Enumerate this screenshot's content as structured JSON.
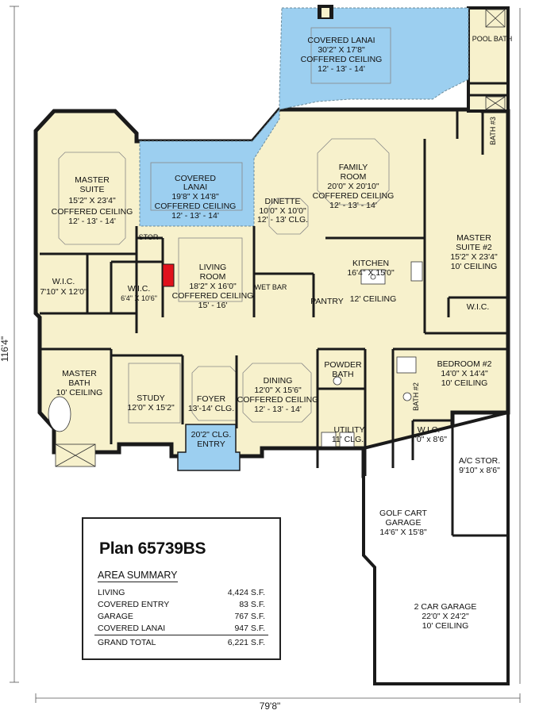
{
  "rooms": {
    "covered_lanai_top": {
      "name": "COVERED LANAI",
      "size": "30'2\" X 17'8\"",
      "ceiling1": "COFFERED CEILING",
      "ceiling2": "12' - 13' - 14'"
    },
    "pool_bath": {
      "name": "POOL BATH"
    },
    "bath3": {
      "name": "BATH #3"
    },
    "master_suite": {
      "name1": "MASTER",
      "name2": "SUITE",
      "size": "15'2\" X 23'4\"",
      "ceiling1": "COFFERED CEILING",
      "ceiling2": "12' - 13' - 14'"
    },
    "covered_lanai_mid": {
      "name1": "COVERED",
      "name2": "LANAI",
      "size": "19'8\" X 14'8\"",
      "ceiling1": "COFFERED CEILING",
      "ceiling2": "12' - 13' - 14'"
    },
    "dinette": {
      "name": "DINETTE",
      "size": "10'0\" X 10'0\"",
      "ceiling": "12' - 13' CLG."
    },
    "family_room": {
      "name1": "FAMILY",
      "name2": "ROOM",
      "size": "20'0\" X 20'10\"",
      "ceiling1": "COFFERED CEILING",
      "ceiling2": "12' - 13' - 14'"
    },
    "stor": {
      "name": "STOR"
    },
    "living_room": {
      "name1": "LIVING",
      "name2": "ROOM",
      "size": "18'2\" X 16'0\"",
      "ceiling1": "COFFERED CEILING",
      "ceiling2": "15' - 16'"
    },
    "wet_bar": {
      "name": "WET BAR"
    },
    "kitchen": {
      "name": "KITCHEN",
      "size": "16'4\" X 15'0\"",
      "ceiling": "12' CEILING"
    },
    "pantry": {
      "name": "PANTRY"
    },
    "master_suite2": {
      "name1": "MASTER",
      "name2": "SUITE #2",
      "size": "15'2\" X 23'4\"",
      "ceiling": "10' CEILING"
    },
    "wic_master": {
      "name": "W.I.C.",
      "size": "7'10\" X 12'0\""
    },
    "wic_small": {
      "name": "W.I.C.",
      "size": "6'4\" X 10'6\""
    },
    "wic_suite2": {
      "name": "W.I.C."
    },
    "master_bath": {
      "name1": "MASTER",
      "name2": "BATH",
      "ceiling": "10' CEILING"
    },
    "study": {
      "name": "STUDY",
      "size": "12'0\" X 15'2\""
    },
    "foyer": {
      "name": "FOYER",
      "ceiling": "13'-14' CLG."
    },
    "entry": {
      "ceiling": "20'2\" CLG.",
      "name": "ENTRY"
    },
    "dining": {
      "name": "DINING",
      "size": "12'0\" X 15'6\"",
      "ceiling1": "COFFERED CEILING",
      "ceiling2": "12' - 13' - 14'"
    },
    "powder_bath": {
      "name1": "POWDER",
      "name2": "BATH"
    },
    "utility": {
      "name": "UTILITY",
      "ceiling": "11' CLG."
    },
    "bath2": {
      "name": "BATH #2"
    },
    "bedroom2": {
      "name": "BEDROOM #2",
      "size": "14'0\" X 14'4\"",
      "ceiling": "10' CEILING"
    },
    "wic_bed2": {
      "name": "W.I.C.",
      "size": "7'0\" x 8'6\""
    },
    "ac_stor": {
      "name": "A/C STOR.",
      "size": "9'10\" x 8'6\""
    },
    "golf_cart": {
      "name1": "GOLF CART",
      "name2": "GARAGE",
      "size": "14'6\" X 15'8\""
    },
    "garage2": {
      "name": "2 CAR GARAGE",
      "size": "22'0\" X 24'2\"",
      "ceiling": "10' CEILING"
    }
  },
  "dimensions": {
    "width": "79'8\"",
    "depth": "116'4\""
  },
  "summary": {
    "plan_title": "Plan 65739BS",
    "heading": "AREA SUMMARY",
    "rows": [
      {
        "label": "LIVING",
        "value": "4,424 S.F."
      },
      {
        "label": "COVERED ENTRY",
        "value": "83 S.F."
      },
      {
        "label": "GARAGE",
        "value": "767 S.F."
      },
      {
        "label": "COVERED LANAI",
        "value": "947 S.F."
      }
    ],
    "total": {
      "label": "GRAND TOTAL",
      "value": "6,221 S.F."
    }
  },
  "colors": {
    "floor": "#f7f1cc",
    "lanai": "#9ccff0",
    "wall": "#1a1a1a",
    "fireplace": "#e0121c",
    "dim_line": "#555555"
  }
}
